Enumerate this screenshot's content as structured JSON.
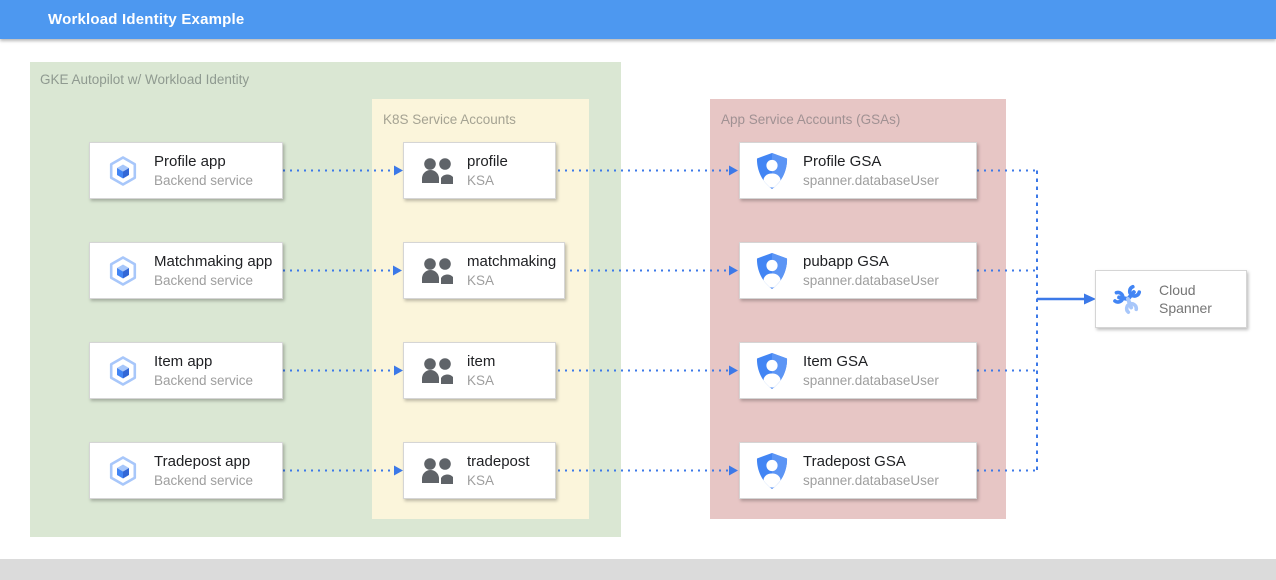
{
  "header": {
    "title": "Workload Identity Example"
  },
  "containers": {
    "gke": {
      "label": "GKE Autopilot w/ Workload Identity"
    },
    "ksa": {
      "label": "K8S Service Accounts"
    },
    "gsa": {
      "label": "App Service Accounts (GSAs)"
    }
  },
  "apps": [
    {
      "title": "Profile app",
      "subtitle": "Backend service"
    },
    {
      "title": "Matchmaking app",
      "subtitle": "Backend service"
    },
    {
      "title": "Item app",
      "subtitle": "Backend service"
    },
    {
      "title": "Tradepost app",
      "subtitle": "Backend service"
    }
  ],
  "ksas": [
    {
      "title": "profile",
      "subtitle": "KSA"
    },
    {
      "title": "matchmaking",
      "subtitle": "KSA"
    },
    {
      "title": "item",
      "subtitle": "KSA"
    },
    {
      "title": "tradepost",
      "subtitle": "KSA"
    }
  ],
  "gsas": [
    {
      "title": "Profile GSA",
      "subtitle": "spanner.databaseUser"
    },
    {
      "title": "pubapp GSA",
      "subtitle": "spanner.databaseUser"
    },
    {
      "title": "Item GSA",
      "subtitle": "spanner.databaseUser"
    },
    {
      "title": "Tradepost GSA",
      "subtitle": "spanner.databaseUser"
    }
  ],
  "spanner": {
    "title": "Cloud Spanner"
  },
  "icons": {
    "app": "gke-hexagon-icon",
    "ksa": "users-icon",
    "gsa": "shield-user-icon",
    "spanner": "cloud-spanner-wrench-icon"
  },
  "colors": {
    "header-blue": "#4D98F0",
    "green-bg": "#DAE7D3",
    "yellow-bg": "#FBF5DB",
    "pink-bg": "#E7C6C5",
    "accent-blue": "#3C79E8",
    "bar-gray": "#DBDBDB",
    "sub-gray": "#9E9E9E",
    "label-gray": "#97A09A",
    "icon-gray": "#5F6368",
    "icon-blue": "#4285F4",
    "icon-light-blue": "#A8C7FA"
  }
}
